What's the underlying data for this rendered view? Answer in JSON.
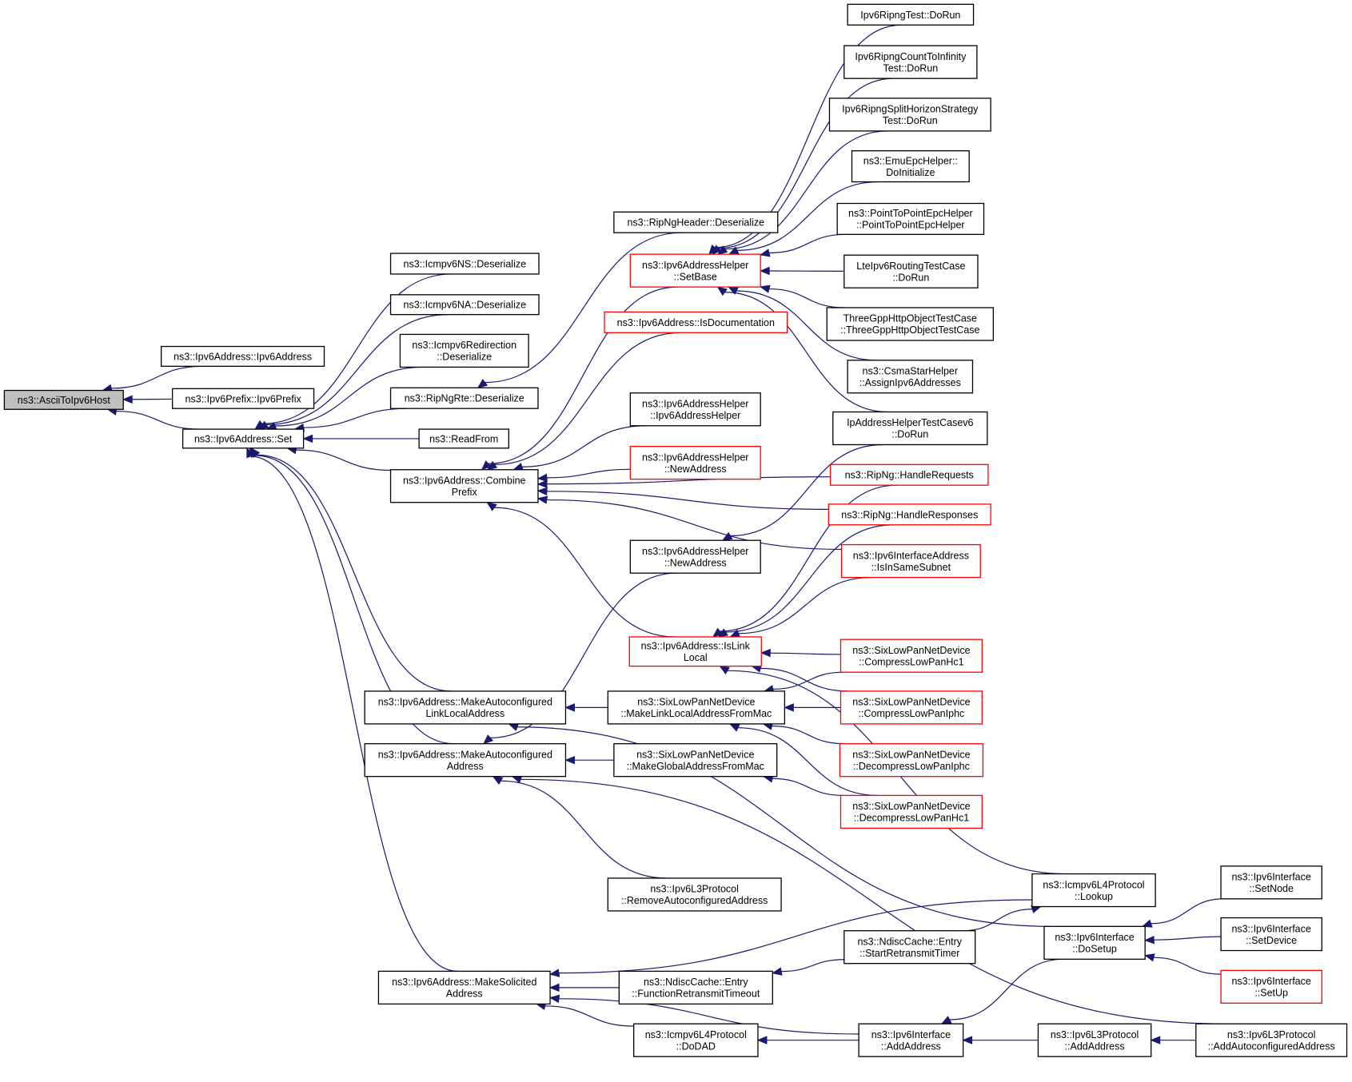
{
  "nodes": [
    {
      "id": "ascii",
      "lines": [
        "ns3::AsciiToIpv6Host"
      ],
      "style": "gray"
    },
    {
      "id": "ipv6addr_ctor",
      "lines": [
        "ns3::Ipv6Address::Ipv6Address"
      ],
      "style": "normal"
    },
    {
      "id": "ipv6prefix_ctor",
      "lines": [
        "ns3::Ipv6Prefix::Ipv6Prefix"
      ],
      "style": "normal"
    },
    {
      "id": "set",
      "lines": [
        "ns3::Ipv6Address::Set"
      ],
      "style": "normal"
    },
    {
      "id": "ns_deser",
      "lines": [
        "ns3::Icmpv6NS::Deserialize"
      ],
      "style": "normal"
    },
    {
      "id": "na_deser",
      "lines": [
        "ns3::Icmpv6NA::Deserialize"
      ],
      "style": "normal"
    },
    {
      "id": "redir_deser",
      "lines": [
        "ns3::Icmpv6Redirection",
        "::Deserialize"
      ],
      "style": "normal"
    },
    {
      "id": "ripngrte_deser",
      "lines": [
        "ns3::RipNgRte::Deserialize"
      ],
      "style": "normal"
    },
    {
      "id": "readfrom",
      "lines": [
        "ns3::ReadFrom"
      ],
      "style": "normal"
    },
    {
      "id": "combine",
      "lines": [
        "ns3::Ipv6Address::Combine",
        "Prefix"
      ],
      "style": "normal"
    },
    {
      "id": "mk_linklocal",
      "lines": [
        "ns3::Ipv6Address::MakeAutoconfigured",
        "LinkLocalAddress"
      ],
      "style": "normal"
    },
    {
      "id": "mk_auto",
      "lines": [
        "ns3::Ipv6Address::MakeAutoconfigured",
        "Address"
      ],
      "style": "normal"
    },
    {
      "id": "mk_solicited",
      "lines": [
        "ns3::Ipv6Address::MakeSolicited",
        "Address"
      ],
      "style": "normal"
    },
    {
      "id": "ripngheader_deser",
      "lines": [
        "ns3::RipNgHeader::Deserialize"
      ],
      "style": "normal"
    },
    {
      "id": "helper_setbase",
      "lines": [
        "ns3::Ipv6AddressHelper",
        "::SetBase"
      ],
      "style": "red"
    },
    {
      "id": "isdoc",
      "lines": [
        "ns3::Ipv6Address::IsDocumentation"
      ],
      "style": "red"
    },
    {
      "id": "helper_ctor",
      "lines": [
        "ns3::Ipv6AddressHelper",
        "::Ipv6AddressHelper"
      ],
      "style": "normal"
    },
    {
      "id": "helper_newaddr_red",
      "lines": [
        "ns3::Ipv6AddressHelper",
        "::NewAddress"
      ],
      "style": "red"
    },
    {
      "id": "helper_newaddr",
      "lines": [
        "ns3::Ipv6AddressHelper",
        "::NewAddress"
      ],
      "style": "normal"
    },
    {
      "id": "islinklocal",
      "lines": [
        "ns3::Ipv6Address::IsLink",
        "Local"
      ],
      "style": "red"
    },
    {
      "id": "sixlowpan_mklinklocal",
      "lines": [
        "ns3::SixLowPanNetDevice",
        "::MakeLinkLocalAddressFromMac"
      ],
      "style": "normal"
    },
    {
      "id": "sixlowpan_mkglobal",
      "lines": [
        "ns3::SixLowPanNetDevice",
        "::MakeGlobalAddressFromMac"
      ],
      "style": "normal"
    },
    {
      "id": "l3_removeauto",
      "lines": [
        "ns3::Ipv6L3Protocol",
        "::RemoveAutoconfiguredAddress"
      ],
      "style": "normal"
    },
    {
      "id": "ndisc_funcretrans",
      "lines": [
        "ns3::NdiscCache::Entry",
        "::FunctionRetransmitTimeout"
      ],
      "style": "normal"
    },
    {
      "id": "icmpv6l4_dodad",
      "lines": [
        "ns3::Icmpv6L4Protocol",
        "::DoDAD"
      ],
      "style": "normal"
    },
    {
      "id": "ripng_test",
      "lines": [
        "Ipv6RipngTest::DoRun"
      ],
      "style": "normal"
    },
    {
      "id": "ripng_count",
      "lines": [
        "Ipv6RipngCountToInfinity",
        "Test::DoRun"
      ],
      "style": "normal"
    },
    {
      "id": "ripng_split",
      "lines": [
        "Ipv6RipngSplitHorizonStrategy",
        "Test::DoRun"
      ],
      "style": "normal"
    },
    {
      "id": "emuepc",
      "lines": [
        "ns3::EmuEpcHelper::",
        "DoInitialize"
      ],
      "style": "normal"
    },
    {
      "id": "p2pepc",
      "lines": [
        "ns3::PointToPointEpcHelper",
        "::PointToPointEpcHelper"
      ],
      "style": "normal"
    },
    {
      "id": "lteipv6",
      "lines": [
        "LteIpv6RoutingTestCase",
        "::DoRun"
      ],
      "style": "normal"
    },
    {
      "id": "threegpp",
      "lines": [
        "ThreeGppHttpObjectTestCase",
        "::ThreeGppHttpObjectTestCase"
      ],
      "style": "normal"
    },
    {
      "id": "csmastar",
      "lines": [
        "ns3::CsmaStarHelper",
        "::AssignIpv6Addresses"
      ],
      "style": "normal"
    },
    {
      "id": "ipaddrtest",
      "lines": [
        "IpAddressHelperTestCasev6",
        "::DoRun"
      ],
      "style": "normal"
    },
    {
      "id": "ripng_handlereq",
      "lines": [
        "ns3::RipNg::HandleRequests"
      ],
      "style": "red"
    },
    {
      "id": "ripng_handleresp",
      "lines": [
        "ns3::RipNg::HandleResponses"
      ],
      "style": "red"
    },
    {
      "id": "ifaddr_samesubnet",
      "lines": [
        "ns3::Ipv6InterfaceAddress",
        "::IsInSameSubnet"
      ],
      "style": "red"
    },
    {
      "id": "compress_hc1",
      "lines": [
        "ns3::SixLowPanNetDevice",
        "::CompressLowPanHc1"
      ],
      "style": "red"
    },
    {
      "id": "compress_iphc",
      "lines": [
        "ns3::SixLowPanNetDevice",
        "::CompressLowPanIphc"
      ],
      "style": "red"
    },
    {
      "id": "decompress_iphc",
      "lines": [
        "ns3::SixLowPanNetDevice",
        "::DecompressLowPanIphc"
      ],
      "style": "red"
    },
    {
      "id": "decompress_hc1",
      "lines": [
        "ns3::SixLowPanNetDevice",
        "::DecompressLowPanHc1"
      ],
      "style": "red"
    },
    {
      "id": "ndisc_startretrans",
      "lines": [
        "ns3::NdiscCache::Entry",
        "::StartRetransmitTimer"
      ],
      "style": "normal"
    },
    {
      "id": "iface_addaddr",
      "lines": [
        "ns3::Ipv6Interface",
        "::AddAddress"
      ],
      "style": "normal"
    },
    {
      "id": "icmpv6l4_lookup",
      "lines": [
        "ns3::Icmpv6L4Protocol",
        "::Lookup"
      ],
      "style": "normal"
    },
    {
      "id": "iface_dosetup",
      "lines": [
        "ns3::Ipv6Interface",
        "::DoSetup"
      ],
      "style": "normal"
    },
    {
      "id": "l3_addaddr",
      "lines": [
        "ns3::Ipv6L3Protocol",
        "::AddAddress"
      ],
      "style": "normal"
    },
    {
      "id": "iface_setnode",
      "lines": [
        "ns3::Ipv6Interface",
        "::SetNode"
      ],
      "style": "normal"
    },
    {
      "id": "iface_setdevice",
      "lines": [
        "ns3::Ipv6Interface",
        "::SetDevice"
      ],
      "style": "normal"
    },
    {
      "id": "iface_setup",
      "lines": [
        "ns3::Ipv6Interface",
        "::SetUp"
      ],
      "style": "red"
    },
    {
      "id": "l3_addauto",
      "lines": [
        "ns3::Ipv6L3Protocol",
        "::AddAutoconfiguredAddress"
      ],
      "style": "normal"
    }
  ],
  "edges": [
    [
      "ipv6addr_ctor",
      "ascii"
    ],
    [
      "ipv6prefix_ctor",
      "ascii"
    ],
    [
      "set",
      "ascii"
    ],
    [
      "ns_deser",
      "set"
    ],
    [
      "na_deser",
      "set"
    ],
    [
      "redir_deser",
      "set"
    ],
    [
      "ripngrte_deser",
      "set"
    ],
    [
      "readfrom",
      "set"
    ],
    [
      "combine",
      "set"
    ],
    [
      "mk_linklocal",
      "set"
    ],
    [
      "mk_auto",
      "set"
    ],
    [
      "mk_solicited",
      "set"
    ],
    [
      "ripngheader_deser",
      "ripngrte_deser"
    ],
    [
      "helper_setbase",
      "combine"
    ],
    [
      "isdoc",
      "combine"
    ],
    [
      "helper_ctor",
      "combine"
    ],
    [
      "helper_newaddr_red",
      "combine"
    ],
    [
      "ripng_handlereq",
      "combine"
    ],
    [
      "ripng_handleresp",
      "combine"
    ],
    [
      "ifaddr_samesubnet",
      "combine"
    ],
    [
      "islinklocal",
      "combine"
    ],
    [
      "ripng_test",
      "helper_setbase"
    ],
    [
      "ripng_count",
      "helper_setbase"
    ],
    [
      "ripng_split",
      "helper_setbase"
    ],
    [
      "emuepc",
      "helper_setbase"
    ],
    [
      "p2pepc",
      "helper_setbase"
    ],
    [
      "lteipv6",
      "helper_setbase"
    ],
    [
      "threegpp",
      "helper_setbase"
    ],
    [
      "csmastar",
      "helper_setbase"
    ],
    [
      "ipaddrtest",
      "helper_setbase"
    ],
    [
      "ipaddrtest",
      "helper_newaddr"
    ],
    [
      "helper_newaddr",
      "mk_auto"
    ],
    [
      "ripng_handlereq",
      "islinklocal"
    ],
    [
      "ripng_handleresp",
      "islinklocal"
    ],
    [
      "ifaddr_samesubnet",
      "islinklocal"
    ],
    [
      "compress_hc1",
      "islinklocal"
    ],
    [
      "compress_iphc",
      "islinklocal"
    ],
    [
      "icmpv6l4_lookup",
      "islinklocal"
    ],
    [
      "sixlowpan_mklinklocal",
      "mk_linklocal"
    ],
    [
      "sixlowpan_mkglobal",
      "mk_auto"
    ],
    [
      "l3_removeauto",
      "mk_auto"
    ],
    [
      "l3_addauto",
      "mk_auto"
    ],
    [
      "iface_dosetup",
      "mk_linklocal"
    ],
    [
      "compress_hc1",
      "sixlowpan_mklinklocal"
    ],
    [
      "compress_iphc",
      "sixlowpan_mklinklocal"
    ],
    [
      "decompress_iphc",
      "sixlowpan_mklinklocal"
    ],
    [
      "decompress_hc1",
      "sixlowpan_mklinklocal"
    ],
    [
      "decompress_hc1",
      "sixlowpan_mkglobal"
    ],
    [
      "icmpv6l4_lookup",
      "mk_solicited"
    ],
    [
      "ndisc_funcretrans",
      "mk_solicited"
    ],
    [
      "icmpv6l4_dodad",
      "mk_solicited"
    ],
    [
      "iface_addaddr",
      "mk_solicited"
    ],
    [
      "ndisc_startretrans",
      "ndisc_funcretrans"
    ],
    [
      "ndisc_startretrans",
      "icmpv6l4_lookup"
    ],
    [
      "iface_addaddr",
      "icmpv6l4_dodad"
    ],
    [
      "iface_dosetup",
      "iface_addaddr"
    ],
    [
      "l3_addaddr",
      "iface_addaddr"
    ],
    [
      "iface_setnode",
      "iface_dosetup"
    ],
    [
      "iface_setdevice",
      "iface_dosetup"
    ],
    [
      "iface_setup",
      "iface_dosetup"
    ],
    [
      "l3_addauto",
      "l3_addaddr"
    ]
  ]
}
